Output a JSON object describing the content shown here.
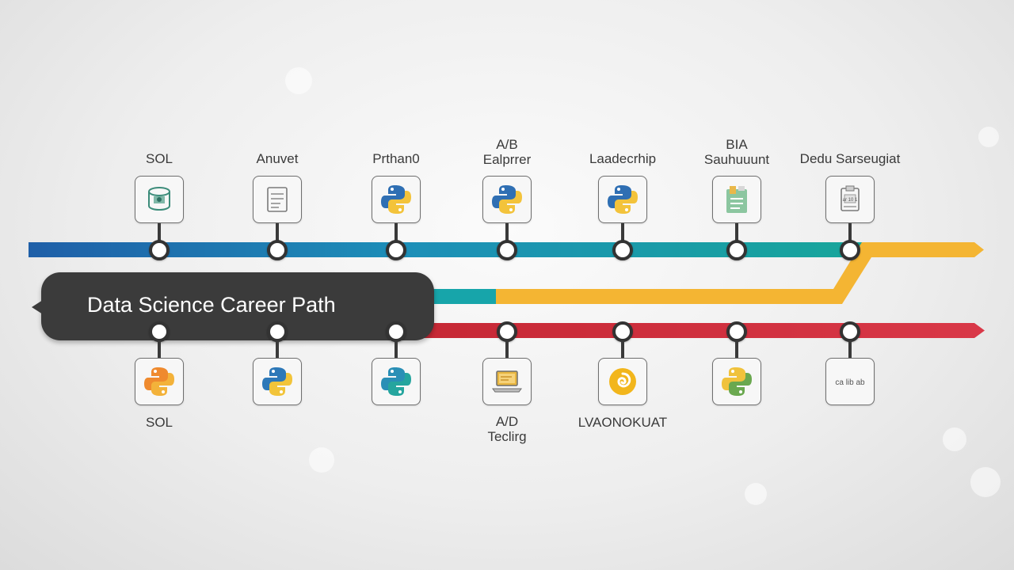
{
  "title": "Data Science Career Path",
  "top_milestones": [
    {
      "label": "SOL",
      "icon": "database-icon"
    },
    {
      "label": "Anuvet",
      "icon": "document-icon"
    },
    {
      "label": "Prthan0",
      "icon": "python-icon"
    },
    {
      "label": "A/B\nEalprrer",
      "icon": "python-icon"
    },
    {
      "label": "Laadecrhip",
      "icon": "python-icon"
    },
    {
      "label": "BIA\nSauhuuunt",
      "icon": "chart-icon"
    },
    {
      "label": "Dedu Sarseugiat",
      "icon": "clipboard-icon"
    }
  ],
  "bottom_milestones": [
    {
      "label": "SOL",
      "icon": "python-icon"
    },
    {
      "label": "",
      "icon": "python-icon"
    },
    {
      "label": "",
      "icon": "python-icon"
    },
    {
      "label": "A/D\nTeclirg",
      "icon": "laptop-icon"
    },
    {
      "label": "LVAONOKUAT",
      "icon": "swirl-icon"
    },
    {
      "label": "",
      "icon": "python-icon"
    },
    {
      "label": "",
      "icon": "text-icon"
    }
  ],
  "bottom_small_icon_text": "ca lib ab",
  "top_small_icon_text": "ar 10 1",
  "colors": {
    "blue": "#1f63a6",
    "teal": "#16a5aa",
    "yellow": "#f4b533",
    "red": "#d3303e",
    "title_bg": "#3b3b3b",
    "node_border": "#333333"
  }
}
